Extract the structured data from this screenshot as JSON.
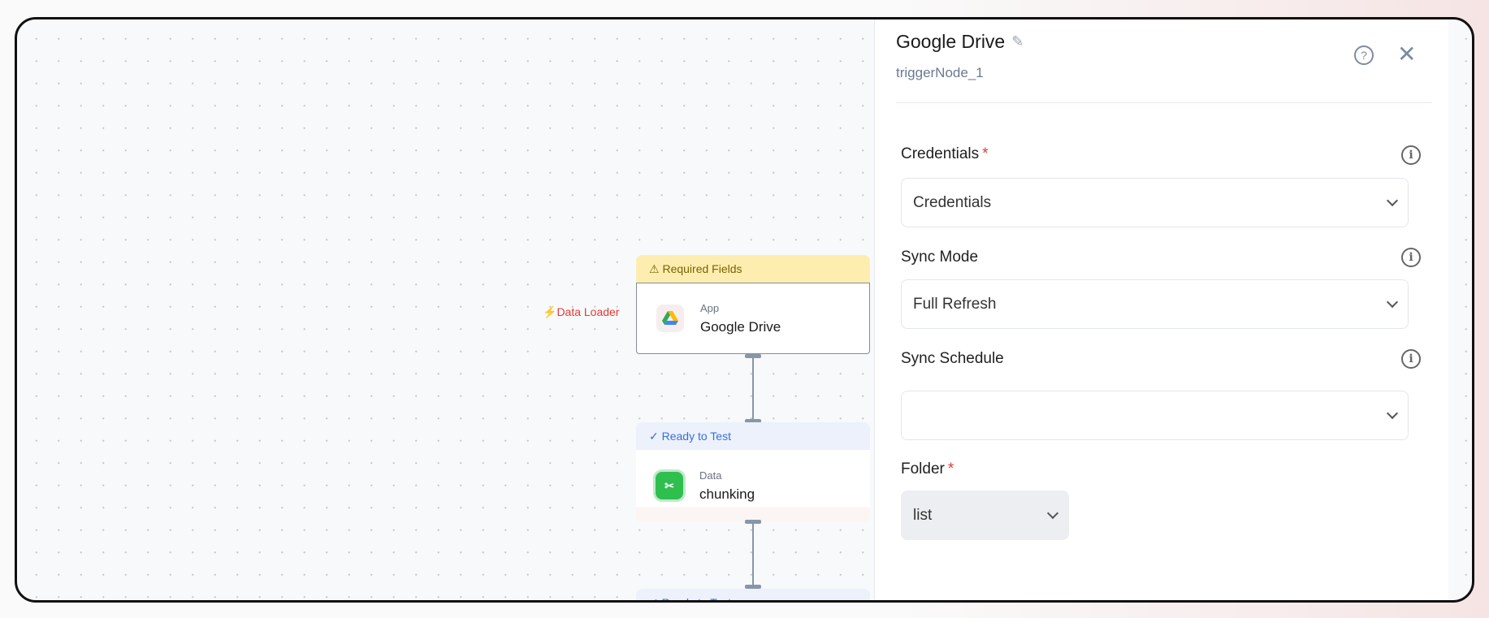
{
  "canvas": {
    "trigger_label": "Data Loader",
    "nodes": [
      {
        "status": "Required Fields",
        "category": "App",
        "name": "Google Drive",
        "icon": "google-drive-icon"
      },
      {
        "status": "Ready to Test",
        "category": "Data",
        "name": "chunking",
        "icon": "chunking-icon"
      },
      {
        "status": "Ready to Test"
      }
    ]
  },
  "panel": {
    "title": "Google Drive",
    "node_id": "triggerNode_1",
    "fields": [
      {
        "label": "Credentials",
        "required": "*",
        "value": "Credentials"
      },
      {
        "label": "Sync Mode",
        "value": "Full Refresh"
      },
      {
        "label": "Sync Schedule",
        "value": ""
      },
      {
        "label": "Folder",
        "required": "*",
        "value": "list"
      }
    ]
  },
  "colors": {
    "required": "#e53935",
    "warning_bg": "#fdeeb0",
    "ready_text": "#3b6fd8"
  }
}
